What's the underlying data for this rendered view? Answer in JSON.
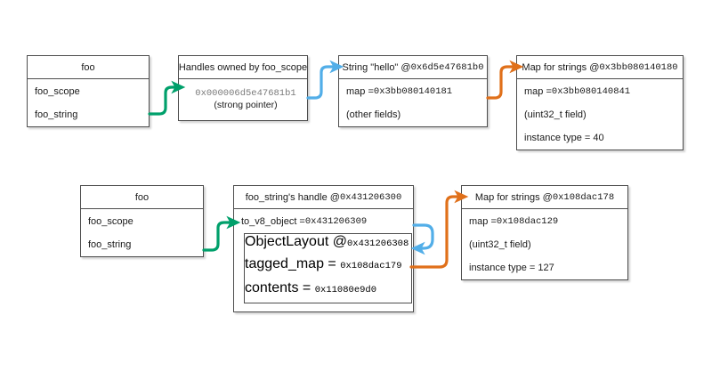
{
  "diagram": {
    "title": "V8 handle and map layout diagram",
    "colors": {
      "green": "#00a06b",
      "blue": "#52aee8",
      "orange": "#e0701a",
      "box_border": "#4d4d4d",
      "text": "#1a1a1a",
      "mono_gray": "#7a7a7a",
      "background": "#ffffff"
    }
  },
  "top": {
    "foo": {
      "header": "foo",
      "rows": [
        "foo_scope",
        "foo_string"
      ]
    },
    "handles": {
      "header": "Handles owned by foo_scope",
      "address": "0x000006d5e47681b1",
      "note": "(strong pointer)"
    },
    "string": {
      "header_label": "String \"hello\" @",
      "header_addr": "0x6d5e47681b0",
      "row_map_label": "map = ",
      "row_map_value": "0x3bb080140181",
      "row_other": "(other fields)"
    },
    "map": {
      "header_label": "Map for strings @",
      "header_addr": "0x3bb080140180",
      "row_map_label": "map = ",
      "row_map_value": "0x3bb080140841",
      "row_uint": "(uint32_t field)",
      "row_instance": "instance type = 40"
    }
  },
  "bottom": {
    "foo": {
      "header": "foo",
      "rows": [
        "foo_scope",
        "foo_string"
      ]
    },
    "handle": {
      "header_label": "foo_string's handle @",
      "header_addr": "0x431206300",
      "row_tov8_label": "to_v8_object = ",
      "row_tov8_value": "0x431206309",
      "object_layout": {
        "header_label": "ObjectLayout @",
        "header_addr": "0x431206308",
        "row_tagged_label": "tagged_map = ",
        "row_tagged_value": "0x108dac179",
        "row_contents_label": "contents = ",
        "row_contents_value": "0x11080e9d0"
      }
    },
    "map": {
      "header_label": "Map for strings @",
      "header_addr": "0x108dac178",
      "row_map_label": "map = ",
      "row_map_value": "0x108dac129",
      "row_uint": "(uint32_t field)",
      "row_instance": "instance type = 127"
    }
  },
  "arrows": [
    {
      "name": "foo-string-to-handles",
      "color": "green"
    },
    {
      "name": "handles-to-string",
      "color": "blue"
    },
    {
      "name": "string-map-to-map",
      "color": "orange"
    },
    {
      "name": "foo-string-to-handle",
      "color": "green"
    },
    {
      "name": "tov8-to-objectlayout",
      "color": "blue"
    },
    {
      "name": "tagged-map-to-map",
      "color": "orange"
    }
  ]
}
